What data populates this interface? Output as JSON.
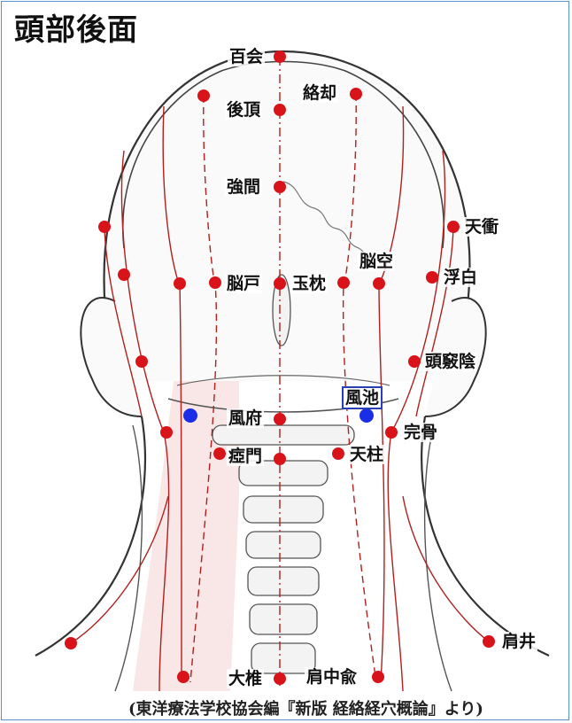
{
  "title": "頭部後面",
  "caption": "(東洋療法学校協会編『新版 経絡経穴概論』より)",
  "colors": {
    "acupoint": "#d8141a",
    "highlight": "#1a2ee8",
    "meridian": "#b0201e",
    "outline": "#333333",
    "frame": "#5b8fd6"
  },
  "points": {
    "hyakue": "百会",
    "rakkyaku": "絡却",
    "gocho": "後頂",
    "kyokan": "強間",
    "tensho": "天衝",
    "noku": "脳空",
    "fuhaku": "浮白",
    "noko": "脳戸",
    "gyokuchin": "玉枕",
    "kyokyoin": "頭竅陰",
    "fuchi": "風池",
    "fufu": "風府",
    "kankotsu": "完骨",
    "aimon": "瘂門",
    "tenchu": "天柱",
    "kensei": "肩井",
    "daitsui": "大椎",
    "kenchuyu": "肩中兪"
  }
}
